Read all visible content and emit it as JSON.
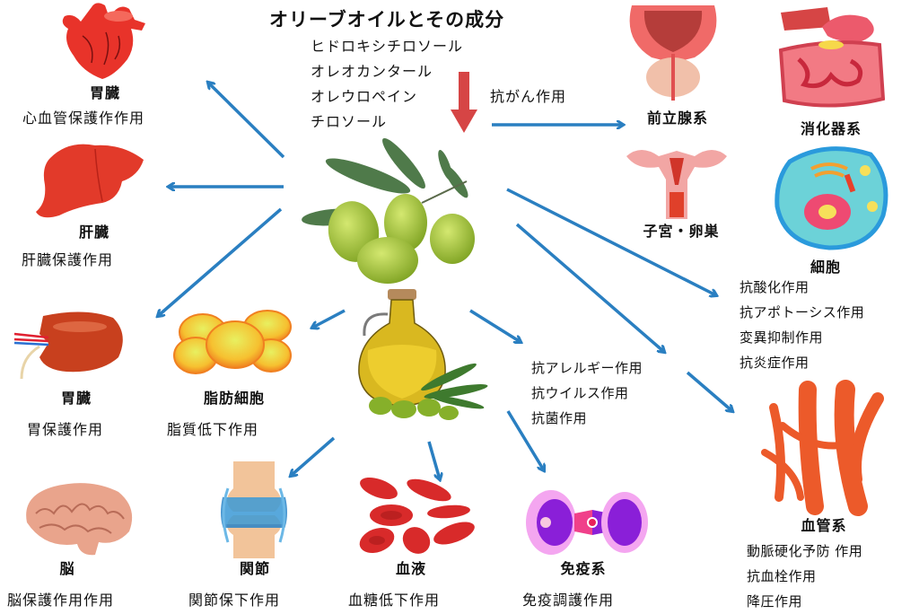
{
  "title": "オリーブオイルとその成分",
  "components": [
    "ヒドロキシチロソール",
    "オレオカンタール",
    "オレウロペイン",
    "チロソール"
  ],
  "anticancer_label": "抗がん作用",
  "colors": {
    "arrow": "#2a7fc1",
    "red_arrow": "#d64545",
    "organ_red": "#e23a2a",
    "olive_green": "#8fb52a",
    "text": "#111111"
  },
  "organs": {
    "heart": {
      "name": "胃臓",
      "effect": "心血管保護作作用",
      "icon": "heart-icon"
    },
    "liver": {
      "name": "肝臓",
      "effect": "肝臓保護作用",
      "icon": "liver-icon"
    },
    "kidney": {
      "name": "胃臓",
      "effect": "胃保護作用",
      "icon": "kidney-icon"
    },
    "fat_cells": {
      "name": "脂肪細胞",
      "effect": "脂質低下作用",
      "icon": "fat-cell-icon"
    },
    "brain": {
      "name": "脳",
      "effect": "脳保護作用作用",
      "icon": "brain-icon"
    },
    "joint": {
      "name": "関節",
      "effect": "関節保下作用",
      "icon": "joint-icon"
    },
    "blood": {
      "name": "血液",
      "effect": "血糖低下作用",
      "icon": "red-blood-cell-icon"
    },
    "immune": {
      "name": "免疫系",
      "effect": "免疫調護作用",
      "icon": "immune-cell-icon"
    },
    "prostate": {
      "name": "前立腺系",
      "icon": "prostate-icon"
    },
    "digestive": {
      "name": "消化器系",
      "icon": "digestive-system-icon"
    },
    "uterus": {
      "name": "子宮・卵巣",
      "icon": "uterus-icon"
    },
    "cell": {
      "name": "細胞",
      "effects": [
        "抗酸化作用",
        "抗アポトーシス作用",
        "変異抑制作用",
        "抗炎症作用"
      ],
      "icon": "cell-icon"
    },
    "vascular": {
      "name": "血管系",
      "effects": [
        "動脈硬化予防 作用",
        "抗血栓作用",
        "降圧作用"
      ],
      "icon": "blood-vessel-icon"
    }
  },
  "antimicrobial_effects": [
    "抗アレルギー作用",
    "抗ウイルス作用",
    "抗菌作用"
  ],
  "center_images": {
    "olives": "olives-icon",
    "oil": "olive-oil-bottle-icon"
  }
}
